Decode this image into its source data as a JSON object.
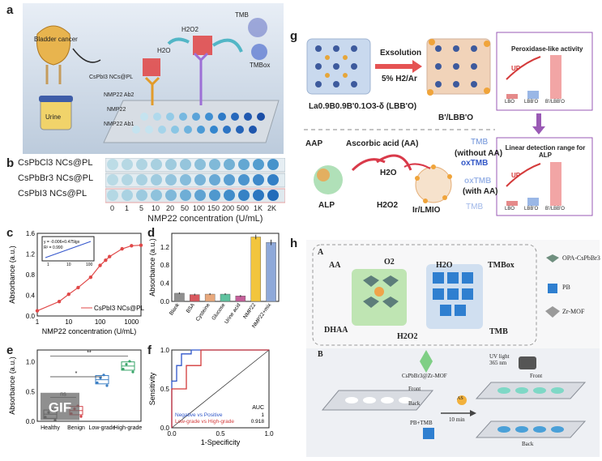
{
  "figure": {
    "panel_letters": [
      "a",
      "b",
      "c",
      "d",
      "e",
      "f",
      "g",
      "h"
    ],
    "panel_a": {
      "labels": {
        "bladder": "Bladder cancer",
        "urine": "Urine",
        "nc": "CsPbI3 NCs@PL",
        "ab2": "NMP22 Ab2",
        "nmp22": "NMP22",
        "ab1": "NMP22 Ab1",
        "h2o": "H2O",
        "h2o2": "H2O2",
        "tmb": "TMB",
        "tmbox": "TMBox"
      }
    },
    "panel_b": {
      "rows": [
        "CsPbCl3 NCs@PL",
        "CsPbBr3 NCs@PL",
        "CsPbI3 NCs@PL"
      ],
      "ticks": [
        "0",
        "1",
        "5",
        "10",
        "20",
        "50",
        "100",
        "150",
        "200",
        "500",
        "1K",
        "2K"
      ],
      "xlabel": "NMP22 concentration (U/mL)"
    },
    "panel_g": {
      "labels": {
        "exsolution": "Exsolution",
        "gas": "5% H2/Ar",
        "lbb": "La0.9B0.9B'0.1O3-δ (LBB'O)",
        "blbb": "B'/LBB'O",
        "aap": "AAP",
        "aa": "Ascorbic acid (AA)",
        "alp": "ALP",
        "h2o": "H2O",
        "h2o2": "H2O2",
        "irlmio": "Ir/LMIO",
        "tmb_top": "TMB",
        "without": "(without AA)",
        "oxtmb_top": "oxTMB",
        "oxtmb_mid": "oxTMB",
        "with": "(with AA)",
        "tmb_bot": "TMB",
        "peroxidase": "Peroxidase-like activity",
        "linear": "Linear detection range for ALP",
        "up": "UP",
        "bars": [
          "LBO",
          "LBB'O",
          "B'/LBB'O"
        ]
      }
    },
    "panel_h": {
      "labels": {
        "A": "A",
        "B": "B",
        "aa": "AA",
        "o2": "O2",
        "h2o": "H2O",
        "tmbox": "TMBox",
        "dhaa": "DHAA",
        "h2o2": "H2O2",
        "tmb": "TMB",
        "legend_opa": "OPA-CsPbBr3",
        "legend_pb": "PB",
        "legend_zr": "Zr-MOF",
        "cspb_zr": "CsPbBr3@Zr-MOF",
        "front": "Front",
        "back": "Back",
        "pb_tmb": "PB+TMB",
        "as": "AS",
        "time": "10 min",
        "uv": "UV light\n365 nm",
        "front2": "Front",
        "back2": "Back"
      }
    }
  },
  "chart_data": [
    {
      "id": "c",
      "type": "line",
      "xlabel": "NMP22 concentration (U/mL)",
      "ylabel": "Absorbance (a.u.)",
      "xscale": "log",
      "xlim": [
        1,
        2000
      ],
      "ylim": [
        0,
        1.6
      ],
      "xticks": [
        "1",
        "10",
        "100",
        "1000"
      ],
      "yticks": [
        "0.0",
        "0.4",
        "0.8",
        "1.2",
        "1.6"
      ],
      "series": [
        {
          "name": "CsPbI3 NCs@PL",
          "x": [
            1,
            5,
            10,
            20,
            50,
            100,
            150,
            200,
            500,
            1000,
            2000
          ],
          "values": [
            0.1,
            0.28,
            0.42,
            0.55,
            0.75,
            0.98,
            1.08,
            1.15,
            1.3,
            1.36,
            1.37
          ]
        }
      ],
      "legend": "bottom-right",
      "inset": {
        "equation": "y = -0.006+0.475lgx",
        "r2": "R² = 0.990",
        "xticks": [
          "1",
          "10",
          "100"
        ]
      }
    },
    {
      "id": "d",
      "type": "bar",
      "ylabel": "Absorbance (a.u.)",
      "categories": [
        "Blank",
        "BSA",
        "Cysteine",
        "Glucose",
        "Urine acid",
        "NMP22",
        "NMP22+mix"
      ],
      "values": [
        0.18,
        0.15,
        0.16,
        0.16,
        0.12,
        1.42,
        1.3
      ],
      "errors": [
        0.02,
        0.02,
        0.02,
        0.02,
        0.02,
        0.05,
        0.06
      ],
      "colors": [
        "#8f8f8f",
        "#d9585e",
        "#e8a87c",
        "#5fc29f",
        "#c55f9a",
        "#f2c53d",
        "#8fa9d9"
      ],
      "ylim": [
        0,
        1.5
      ],
      "yticks": [
        "0.0",
        "0.4",
        "0.8",
        "1.2"
      ]
    },
    {
      "id": "e",
      "type": "scatter",
      "ylabel": "Absorbance (a.u.)",
      "categories": [
        "Healthy",
        "Benign",
        "Low-grade",
        "High-grade"
      ],
      "medians": [
        0.12,
        0.18,
        0.7,
        0.93
      ],
      "ylim": [
        0,
        1.2
      ],
      "yticks": [
        "0.0",
        "0.5",
        "1.0"
      ],
      "significance": [
        "ns",
        "*",
        "**"
      ],
      "watermark": "GIF"
    },
    {
      "id": "f",
      "type": "line",
      "xlabel": "1-Specificity",
      "ylabel": "Sensitivity",
      "xlim": [
        0,
        1
      ],
      "ylim": [
        0,
        1
      ],
      "xticks": [
        "0.0",
        "0.5",
        "1.0"
      ],
      "yticks": [
        "0.0",
        "0.5",
        "1.0"
      ],
      "series": [
        {
          "name": "Negative vs Positive",
          "x": [
            0,
            0,
            0.05,
            0.05,
            0.1,
            0.1,
            0.2,
            0.2,
            1
          ],
          "values": [
            0,
            0.6,
            0.6,
            0.8,
            0.8,
            0.95,
            0.95,
            1,
            1
          ]
        },
        {
          "name": "Low-grade vs High-grade",
          "x": [
            0,
            0,
            0.15,
            0.15,
            0.3,
            0.3,
            1
          ],
          "values": [
            0,
            0.5,
            0.5,
            0.8,
            0.8,
            1,
            1
          ]
        }
      ],
      "auc_title": "AUC",
      "auc_values": [
        "1",
        "0.918"
      ],
      "colors": [
        "#2f56c9",
        "#d33a3a"
      ]
    }
  ]
}
